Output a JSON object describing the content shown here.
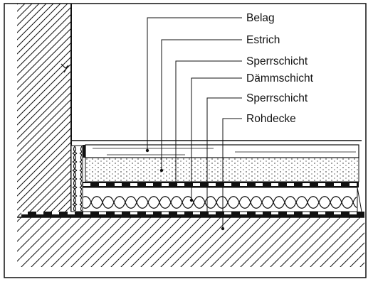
{
  "diagram": {
    "labels": [
      {
        "id": "belag",
        "text": "Belag"
      },
      {
        "id": "estrich",
        "text": "Estrich"
      },
      {
        "id": "sperrschicht-top",
        "text": "Sperrschicht"
      },
      {
        "id": "daemmschicht",
        "text": "Dämmschicht"
      },
      {
        "id": "sperrschicht-bottom",
        "text": "Sperrschicht"
      },
      {
        "id": "rohdecke",
        "text": "Rohdecke"
      }
    ]
  },
  "colors": {
    "ink": "#111111",
    "background": "#ffffff"
  }
}
